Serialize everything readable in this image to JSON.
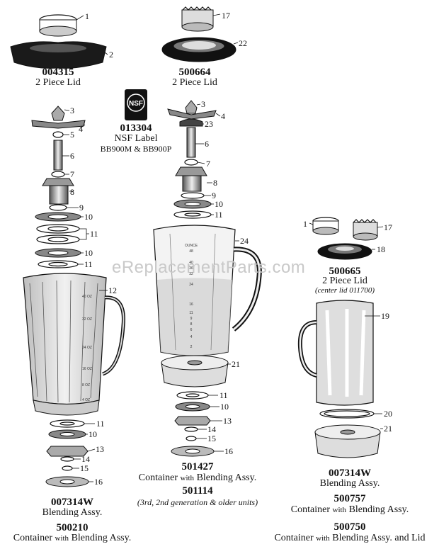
{
  "watermark": "eReplacementParts.com",
  "nsf_badge": "NSF",
  "part_numbers": [
    "1",
    "2",
    "3",
    "4",
    "5",
    "6",
    "7",
    "8",
    "9",
    "10",
    "11",
    "12",
    "13",
    "14",
    "15",
    "16",
    "17",
    "18",
    "19",
    "20",
    "21",
    "22",
    "23",
    "24"
  ],
  "assemblies": {
    "lid_004315": {
      "number": "004315",
      "desc": "2 Piece Lid"
    },
    "lid_500664": {
      "number": "500664",
      "desc": "2 Piece Lid"
    },
    "nsf_013304": {
      "number": "013304",
      "desc": "NSF Label",
      "models": "BB900M & BB900P"
    },
    "lid_500665": {
      "number": "500665",
      "desc": "2 Piece Lid",
      "note": "(center lid 011700)"
    },
    "left": {
      "number": "007314W",
      "desc": "Blending Assy.",
      "number2": "500210",
      "desc2a": "Container",
      "desc2b": "with",
      "desc2c": "Blending Assy."
    },
    "middle": {
      "number": "501427",
      "desc_a": "Container",
      "desc_b": "with",
      "desc_c": "Blending Assy.",
      "number2": "501114",
      "note": "(3rd, 2nd generation & older units)"
    },
    "right": {
      "number": "007314W",
      "desc": "Blending Assy.",
      "number2": "500757",
      "desc2a": "Container",
      "desc2b": "with",
      "desc2c": "Blending Assy.",
      "number3": "500750",
      "desc3a": "Container",
      "desc3b": "with",
      "desc3c": "Blending Assy. and Lid"
    }
  },
  "scale_marks": [
    "OUNCE",
    "48",
    "40",
    "36",
    "32",
    "24",
    "16",
    "11",
    "9",
    "8",
    "6",
    "4",
    "2"
  ]
}
